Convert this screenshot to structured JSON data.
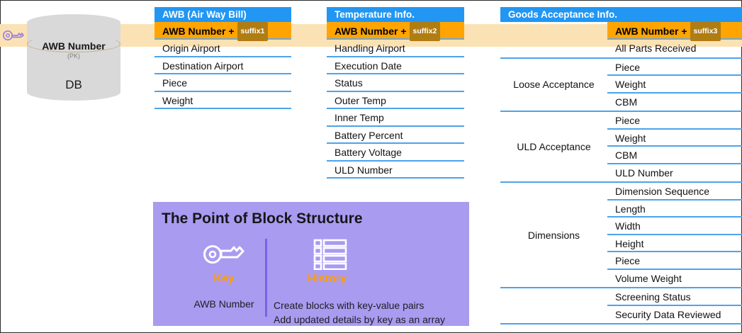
{
  "db": {
    "pk_label": "AWB Number",
    "pk_note": "(PK)",
    "name": "DB",
    "key_icon": "key-icon"
  },
  "columns": [
    {
      "title": "AWB (Air Way Bill)",
      "pk": {
        "label": "AWB Number",
        "plus": "+",
        "suffix": "suffix1"
      },
      "fields": [
        "Origin Airport",
        "Destination Airport",
        "Piece",
        "Weight"
      ]
    },
    {
      "title": "Temperature Info.",
      "pk": {
        "label": "AWB Number",
        "plus": "+",
        "suffix": "suffix2"
      },
      "fields": [
        "Handling Airport",
        "Execution Date",
        "Status",
        "Outer Temp",
        "Inner Temp",
        "Battery Percent",
        "Battery Voltage",
        "ULD Number"
      ]
    }
  ],
  "goods": {
    "title": "Goods Acceptance Info.",
    "pk": {
      "label": "AWB Number",
      "plus": "+",
      "suffix": "suffix3"
    },
    "groups": [
      {
        "label": "",
        "fields": [
          "All Parts Received"
        ]
      },
      {
        "label": "Loose Acceptance",
        "fields": [
          "Piece",
          "Weight",
          "CBM"
        ]
      },
      {
        "label": "ULD Acceptance",
        "fields": [
          "Piece",
          "Weight",
          "CBM",
          "ULD Number"
        ]
      },
      {
        "label": "Dimensions",
        "fields": [
          "Dimension Sequence",
          "Length",
          "Width",
          "Height",
          "Piece",
          "Volume Weight"
        ]
      },
      {
        "label": "",
        "fields": [
          "Screening Status",
          "Security Data Reviewed"
        ]
      }
    ]
  },
  "panel": {
    "title": "The Point of Block Structure",
    "left": {
      "icon": "key-icon",
      "caption": "Key",
      "body": "AWB Number"
    },
    "right": {
      "icon": "list-history-icon",
      "caption": "History",
      "body_line1": "Create blocks with key-value pairs",
      "body_line2": "Add updated details by key as an array"
    }
  },
  "colors": {
    "header_blue": "#2196f3",
    "pk_orange": "#ffa400",
    "suffix_brown": "#b07d13",
    "band_cream": "#fbe2b4",
    "rule_blue": "#4da3ea",
    "panel_purple": "#a99bf0",
    "caption_orange": "#ff9d0a",
    "db_gray": "#d9d9d9"
  }
}
